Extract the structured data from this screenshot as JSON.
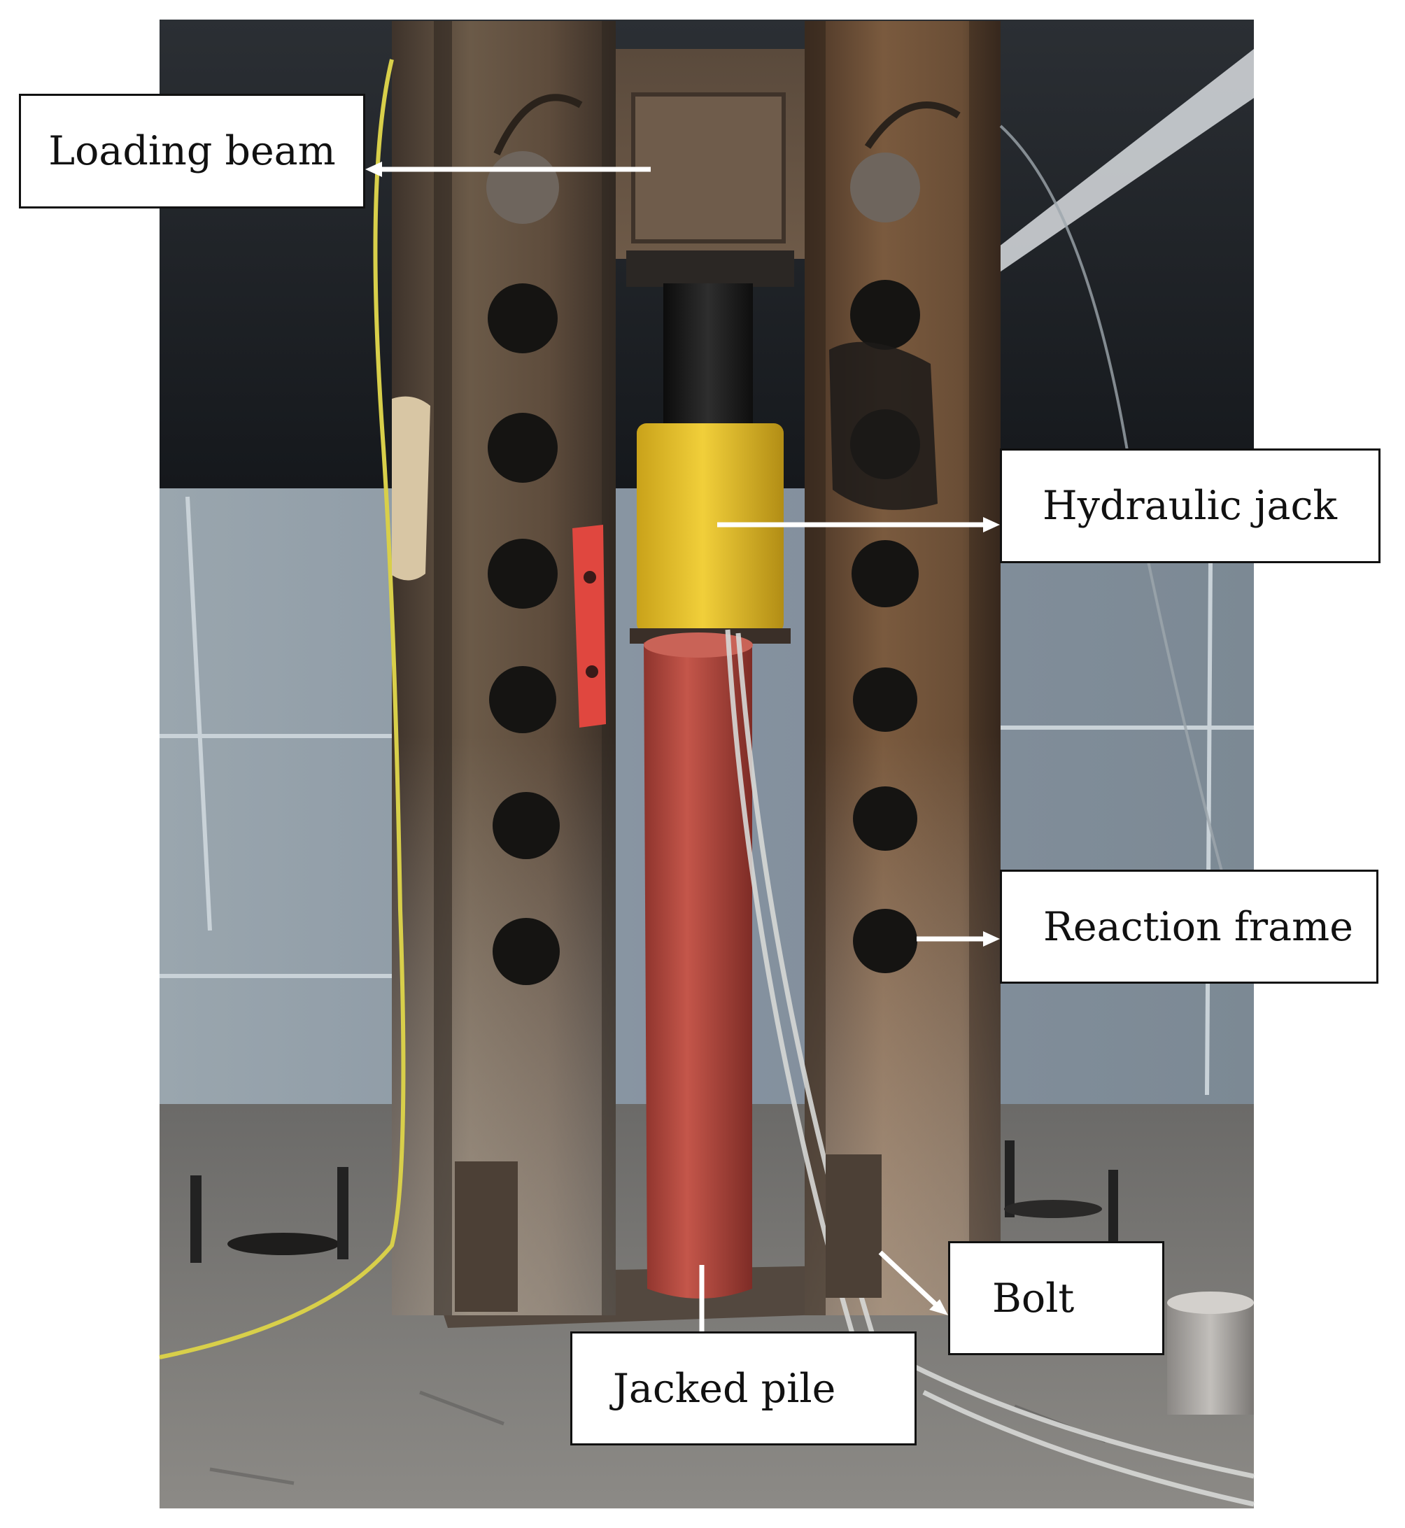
{
  "figure": {
    "labels": {
      "loading_beam": "Loading beam",
      "hydraulic_jack": "Hydraulic jack",
      "reaction_frame": "Reaction frame",
      "bolt": "Bolt",
      "jacked_pile": "Jacked pile"
    }
  },
  "colors": {
    "background": "#ffffff",
    "frame_steel": "#5c4a3a",
    "jack_yellow": "#e8c22a",
    "jack_ram": "#1a1a1a",
    "pile_red": "#b8483e",
    "wall_blue": "#8d9aa3",
    "ceiling_dark": "#1b1e22",
    "floor_grey": "#7d7b78",
    "cable_yellow": "#d8cf4a",
    "bracket_red": "#e0473f",
    "arrow_white": "#ffffff"
  }
}
